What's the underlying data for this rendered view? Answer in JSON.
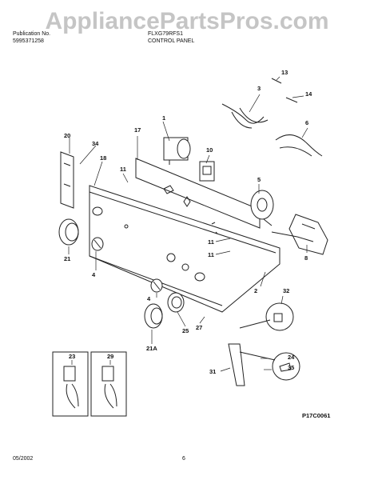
{
  "watermark": "AppliancePartsPros.com",
  "header": {
    "line1_left": "Publication No.",
    "line1_mid": "FLXG79RFS1",
    "line2_left": "5995371258",
    "line2_mid": "CONTROL PANEL"
  },
  "callouts": [
    "13",
    "3",
    "14",
    "6",
    "1",
    "17",
    "20",
    "34",
    "18",
    "10",
    "11",
    "5",
    "21",
    "4",
    "11",
    "11",
    "8",
    "4",
    "2",
    "32",
    "27",
    "25",
    "21A",
    "24",
    "35",
    "31",
    "23",
    "29"
  ],
  "figure_code": "P17C0061",
  "footer": {
    "date": "05/2002",
    "page": "6"
  }
}
